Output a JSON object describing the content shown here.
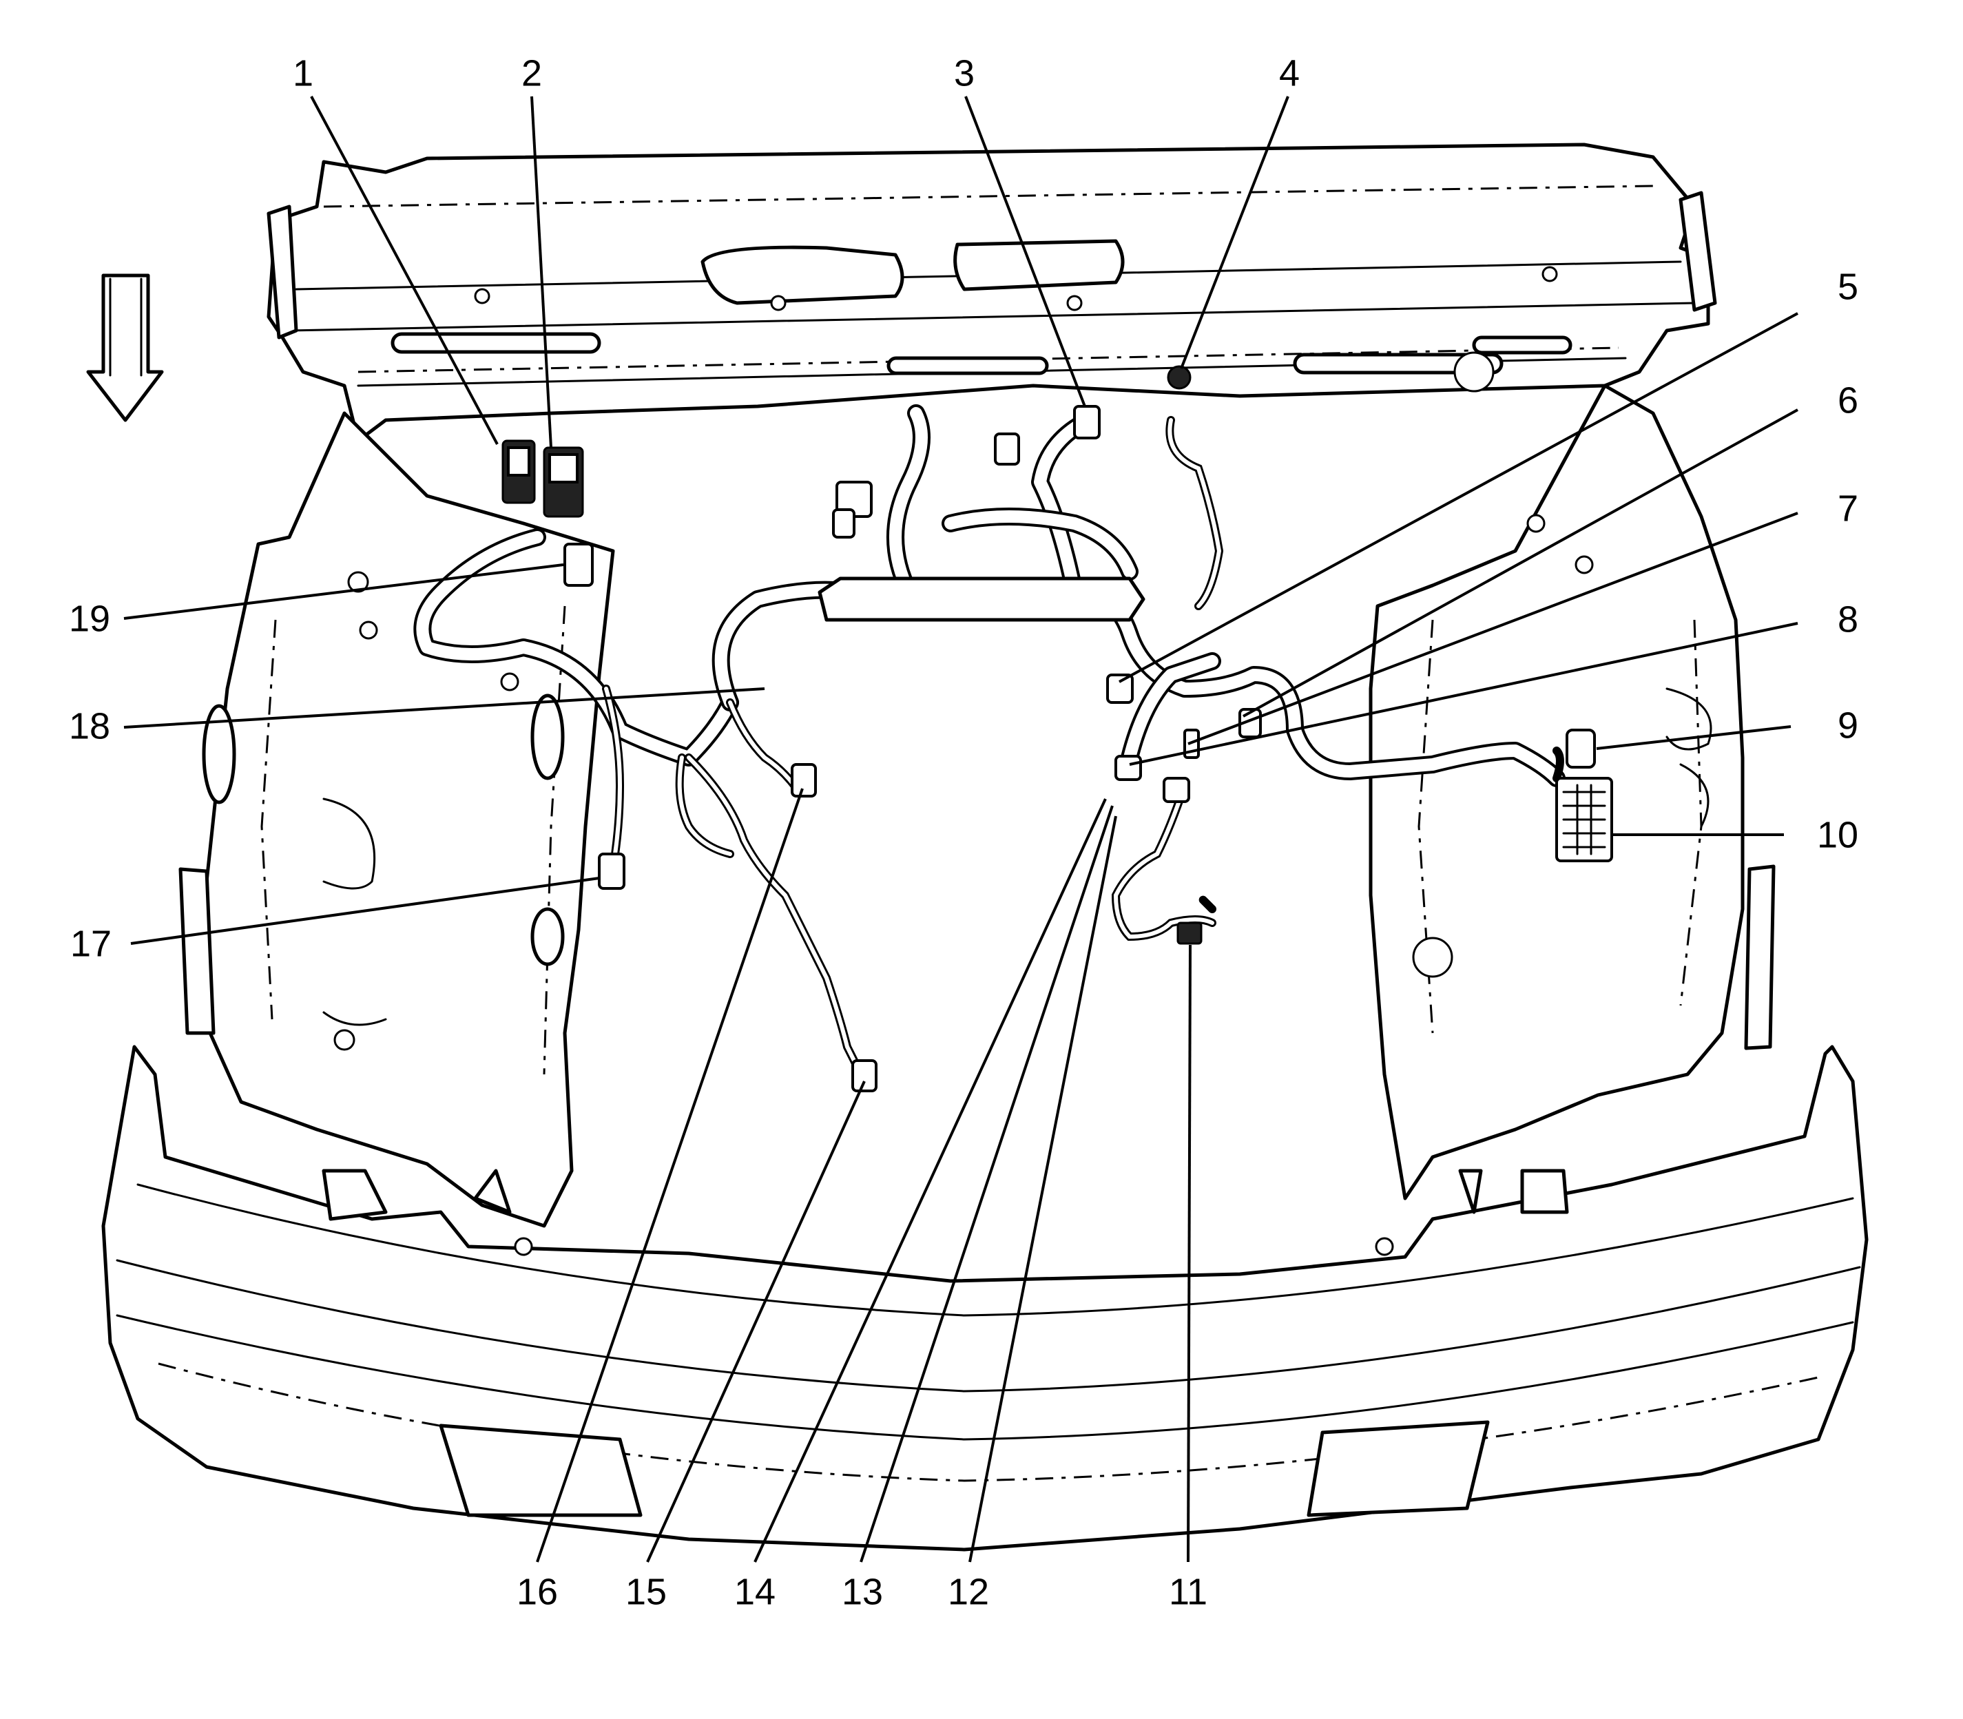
{
  "callouts": [
    {
      "id": "1",
      "label": "1"
    },
    {
      "id": "2",
      "label": "2"
    },
    {
      "id": "3",
      "label": "3"
    },
    {
      "id": "4",
      "label": "4"
    },
    {
      "id": "5",
      "label": "5"
    },
    {
      "id": "6",
      "label": "6"
    },
    {
      "id": "7",
      "label": "7"
    },
    {
      "id": "8",
      "label": "8"
    },
    {
      "id": "9",
      "label": "9"
    },
    {
      "id": "10",
      "label": "10"
    },
    {
      "id": "11",
      "label": "11"
    },
    {
      "id": "12",
      "label": "12"
    },
    {
      "id": "13",
      "label": "13"
    },
    {
      "id": "14",
      "label": "14"
    },
    {
      "id": "15",
      "label": "15"
    },
    {
      "id": "16",
      "label": "16"
    },
    {
      "id": "17",
      "label": "17"
    },
    {
      "id": "18",
      "label": "18"
    },
    {
      "id": "19",
      "label": "19"
    }
  ],
  "icons": {
    "direction": "down-arrow-icon"
  },
  "colors": {
    "line": "#000000",
    "background": "#ffffff"
  }
}
